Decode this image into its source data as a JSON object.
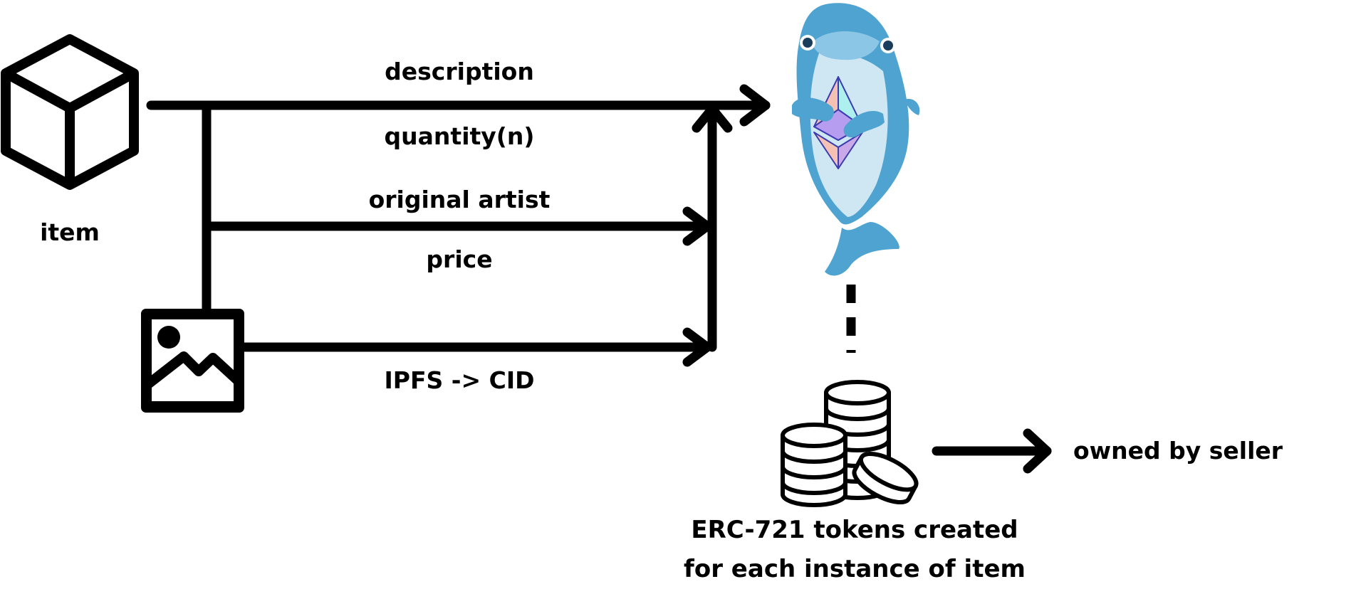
{
  "labels": {
    "item": "item",
    "description": "description",
    "quantity": "quantity(n)",
    "original_artist": "original artist",
    "price": "price",
    "ipfs": "IPFS -> CID",
    "owned_by": "owned by seller",
    "tokens_line1": "ERC-721 tokens created",
    "tokens_line2": "for each instance of item"
  },
  "icons": {
    "item": "cube-icon",
    "image": "image-icon",
    "contract": "dolphin-ethereum-mascot",
    "tokens": "coin-stack-icon"
  },
  "colors": {
    "line": "#000000",
    "dolphin_body": "#4fa3d1",
    "dolphin_belly": "#cfe6f3",
    "eth_left": "#f4c1b3",
    "eth_right": "#aef0ee",
    "eth_bottom": "#c9a9e8"
  }
}
